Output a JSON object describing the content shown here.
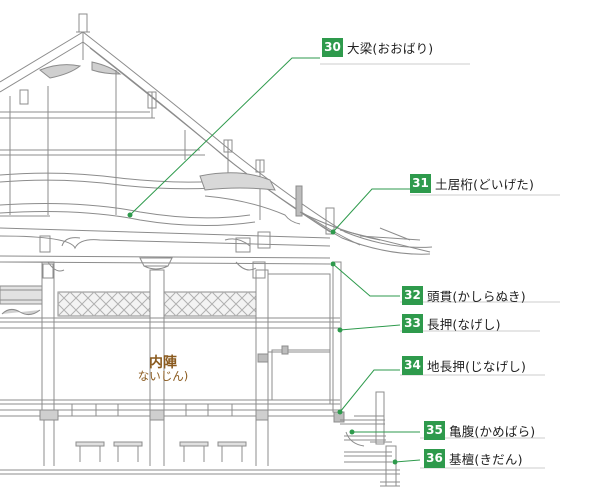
{
  "colors": {
    "accent": "#2e9a4c",
    "line": "#8a8a8a",
    "text": "#222222",
    "center_label": "#8a5a1e"
  },
  "center_label": {
    "main": "内陣",
    "sub": "ないじん)"
  },
  "callouts": [
    {
      "num": "30",
      "label": "大梁(おおばり)"
    },
    {
      "num": "31",
      "label": "土居桁(どいげた)"
    },
    {
      "num": "32",
      "label": "頭貫(かしらぬき)"
    },
    {
      "num": "33",
      "label": "長押(なげし)"
    },
    {
      "num": "34",
      "label": "地長押(じなげし)"
    },
    {
      "num": "35",
      "label": "亀腹(かめばら)"
    },
    {
      "num": "36",
      "label": "基檀(きだん)"
    }
  ]
}
